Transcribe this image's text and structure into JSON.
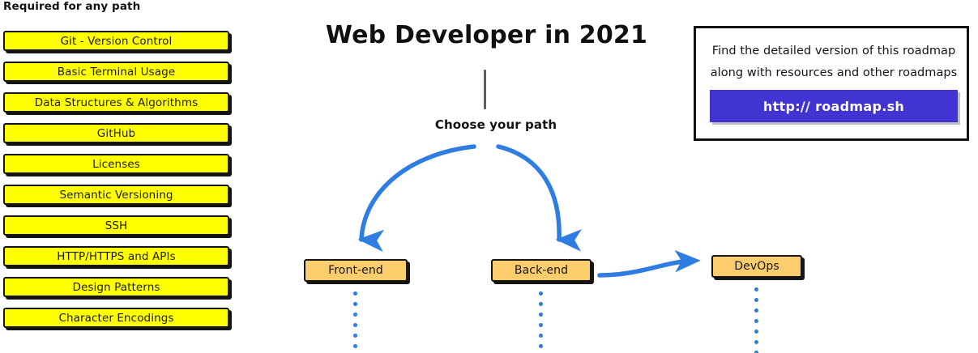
{
  "title": "Web Developer in 2021",
  "required_section": {
    "heading": "Required for any path",
    "items": [
      {
        "label": "Git - Version Control"
      },
      {
        "label": "Basic Terminal Usage"
      },
      {
        "label": "Data Structures & Algorithms"
      },
      {
        "label": "GitHub"
      },
      {
        "label": "Licenses"
      },
      {
        "label": "Semantic Versioning"
      },
      {
        "label": "SSH"
      },
      {
        "label": "HTTP/HTTPS and APIs"
      },
      {
        "label": "Design Patterns"
      },
      {
        "label": "Character Encodings"
      }
    ]
  },
  "branching": {
    "prompt": "Choose your path",
    "nodes": [
      {
        "label": "Front-end"
      },
      {
        "label": "Back-end"
      },
      {
        "label": "DevOps"
      }
    ]
  },
  "info_card": {
    "line1": "Find the detailed version of this roadmap",
    "line2": "along with resources and other roadmaps",
    "button_label": "http:// roadmap.sh"
  },
  "colors": {
    "required_box_fill": "#ffff00",
    "path_node_fill": "#fbcd6d",
    "arrow_blue": "#2f7de3",
    "link_button": "#4134d3",
    "outline": "#141414",
    "stem_gray": "#5c5c5c"
  }
}
